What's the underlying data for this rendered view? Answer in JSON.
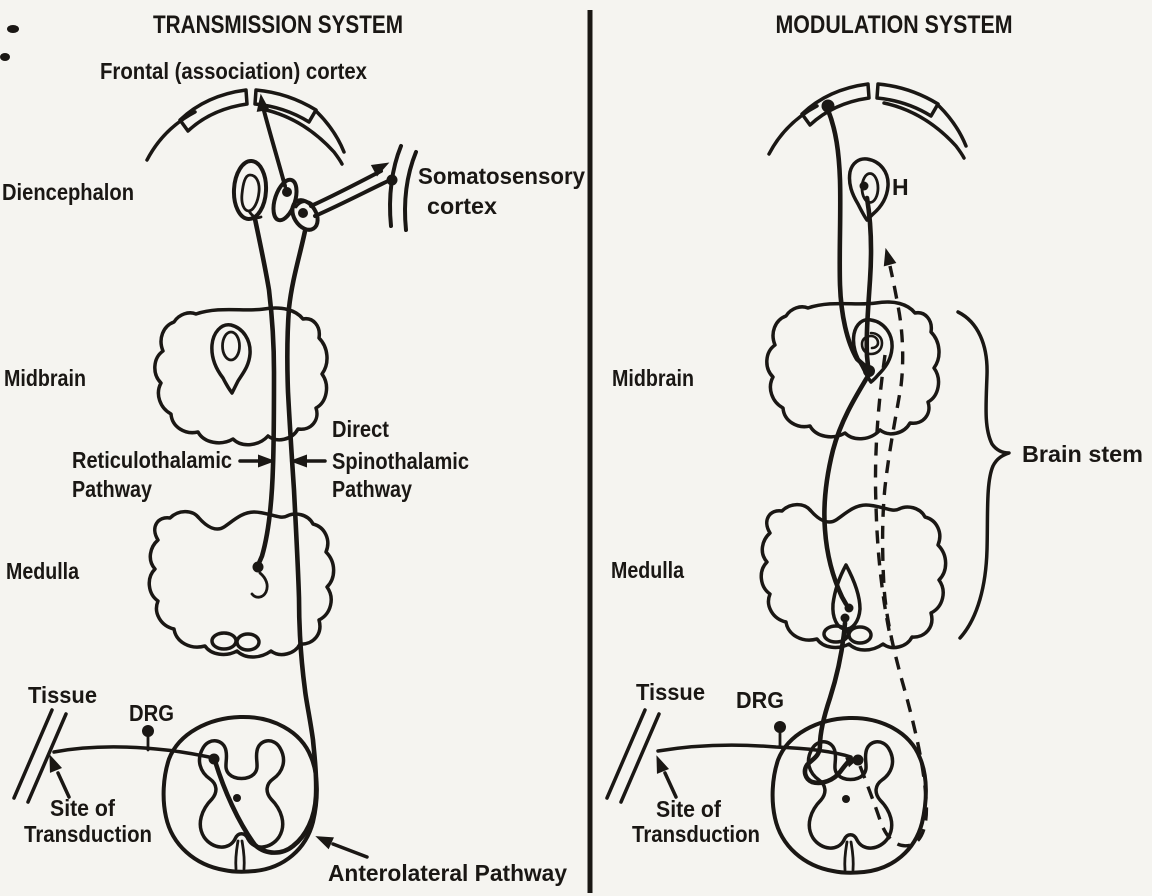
{
  "figure": {
    "colors": {
      "ink": "#1a1714",
      "background": "#f5f4f0"
    },
    "left_panel": {
      "title": "TRANSMISSION SYSTEM",
      "labels": {
        "frontal_cortex": "Frontal (association) cortex",
        "diencephalon": "Diencephalon",
        "somatosensory_1": "Somatosensory",
        "somatosensory_2": "cortex",
        "midbrain": "Midbrain",
        "reticulothalamic_1": "Reticulothalamic",
        "reticulothalamic_2": "Pathway",
        "spinothalamic_1": "Direct",
        "spinothalamic_2": "Spinothalamic",
        "spinothalamic_3": "Pathway",
        "medulla": "Medulla",
        "tissue": "Tissue",
        "drg": "DRG",
        "site_of_transduction_1": "Site of",
        "site_of_transduction_2": "Transduction",
        "anterolateral": "Anterolateral Pathway"
      }
    },
    "right_panel": {
      "title": "MODULATION SYSTEM",
      "labels": {
        "hypothalamus": "H",
        "midbrain": "Midbrain",
        "brain_stem": "Brain stem",
        "medulla": "Medulla",
        "tissue": "Tissue",
        "drg": "DRG",
        "site_of_transduction_1": "Site of",
        "site_of_transduction_2": "Transduction"
      }
    }
  }
}
